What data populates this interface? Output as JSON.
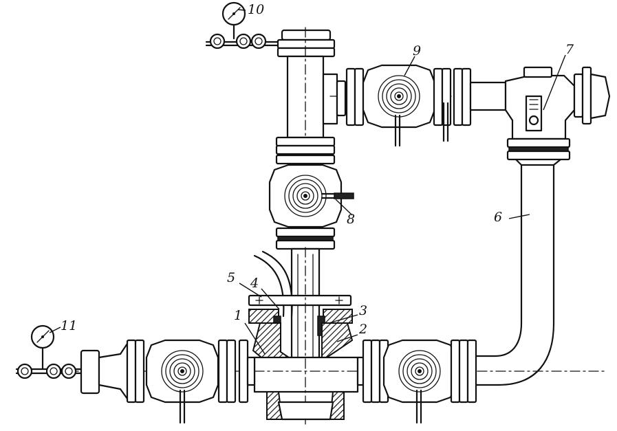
{
  "figure": {
    "labels": {
      "n1": "1",
      "n2": "2",
      "n3": "3",
      "n4": "4",
      "n5": "5",
      "n6": "6",
      "n7": "7",
      "n8": "8",
      "n9": "9",
      "n10": "10",
      "n11": "11"
    },
    "icons": {
      "valve": "valve-icon",
      "pressure_gauge": "pressure-gauge-icon",
      "choke": "choke-icon"
    },
    "colors": {
      "line": "#111111",
      "background": "#ffffff"
    }
  }
}
